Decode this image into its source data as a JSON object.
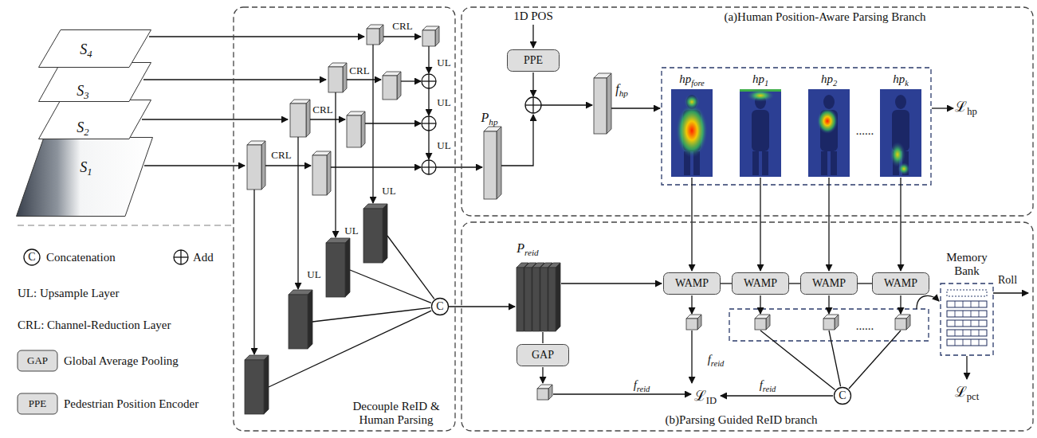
{
  "diagram": {
    "nodes": [
      {
        "text": [
          "S",
          "4"
        ]
      },
      {
        "text": [
          "S",
          "3"
        ]
      },
      {
        "text": [
          "S",
          "2"
        ]
      },
      {
        "text": [
          "S",
          "1"
        ]
      },
      {
        "text": [
          "Decouple ReID & Human Parsing"
        ]
      },
      {
        "text": [
          "C"
        ],
        "in": 4
      },
      {
        "text": [
          "(a)Human Position-Aware Parsing Branch"
        ]
      },
      {
        "text": [
          "PPE"
        ],
        "in": 6
      },
      {
        "text": [
          "(b)Parsing Guided ReID branch"
        ]
      },
      {
        "text": [
          "GAP"
        ],
        "in": 8
      },
      {
        "text": [
          "WAMP"
        ],
        "in": 8
      },
      {
        "text": [
          "WAMP"
        ],
        "in": 8
      },
      {
        "text": [
          "WAMP"
        ],
        "in": 8
      },
      {
        "text": [
          "WAMP"
        ],
        "in": 8
      },
      {
        "text": [
          "Memory Bank"
        ],
        "in": 8
      },
      {
        "text": [
          "C"
        ],
        "in": 8
      }
    ],
    "edges": [
      {
        "from": 10,
        "to": 11,
        "arrow": "none"
      },
      {
        "from": 11,
        "to": 12,
        "arrow": "none"
      },
      {
        "from": 12,
        "to": 13,
        "arrow": "none"
      }
    ],
    "labels": [
      "CRL",
      "CRL",
      "CRL",
      "CRL",
      "UL",
      "UL",
      "UL",
      "UL",
      "UL",
      "UL",
      "C",
      "GAP",
      "PPE",
      "1D POS",
      "P",
      "hp",
      "f",
      "hp",
      "hp",
      "fore",
      "hp",
      "1",
      "hp",
      "2",
      "......",
      "hp",
      "k",
      "ℒ",
      "hp",
      "P",
      "reid",
      "f",
      "reid",
      "f",
      "reid",
      "ℒ",
      "ID",
      "f",
      "reid",
      "......",
      "Roll",
      "ℒ",
      "pct"
    ],
    "legend": [
      {
        "text": "Concatenation"
      },
      {
        "text": "Add"
      },
      {
        "text": "UL: Upsample Layer"
      },
      {
        "text": "CRL: Channel-Reduction Layer"
      },
      {
        "text": "Global Average Pooling"
      },
      {
        "text": "Pedestrian Position Encoder"
      }
    ]
  }
}
